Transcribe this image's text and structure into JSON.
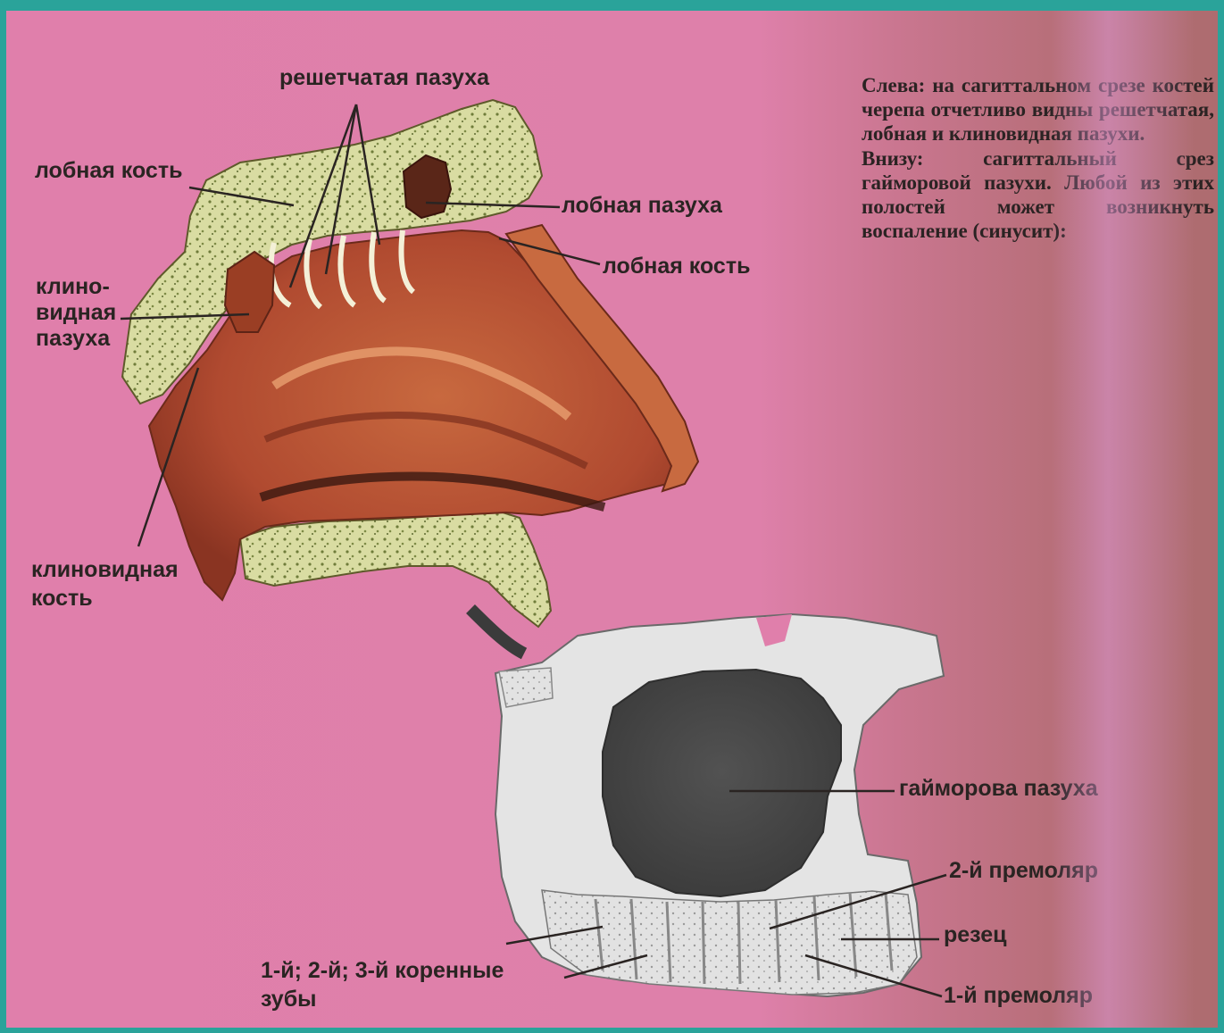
{
  "caption": {
    "paragraph_1": "Слева: на сагиттальном срезе костей черепа отчетливо видны решетчатая, лобная и клиновидная пазухи.",
    "paragraph_2": "Внизу: сагиттальный срез гайморовой пазухи. Любой из этих полостей может возникнуть воспаление (синусит):"
  },
  "labels": {
    "ethmoid_sinus": "решетчатая пазуха",
    "frontal_bone_top": "лобная кость",
    "frontal_sinus": "лобная пазуха",
    "frontal_bone_right": "лобная кость",
    "sphenoid_sinus_1": "клино-",
    "sphenoid_sinus_2": "видная",
    "sphenoid_sinus_3": "пазуха",
    "sphenoid_bone_1": "клиновидная",
    "sphenoid_bone_2": "кость",
    "maxillary_sinus": "гайморова пазуха",
    "premolar_2": "2-й премоляр",
    "incisor": "резец",
    "molars_1": "1-й; 2-й; 3-й коренные",
    "molars_2": "зубы",
    "premolar_1": "1-й премоляр"
  },
  "colors": {
    "background": "#e07fab",
    "frame": "#2aa39a",
    "bone": "#d8d8a0",
    "tissue": "#b24e36",
    "maxilla_bone": "#dcdcdc",
    "sinus_cavity": "#4a4a4a"
  }
}
